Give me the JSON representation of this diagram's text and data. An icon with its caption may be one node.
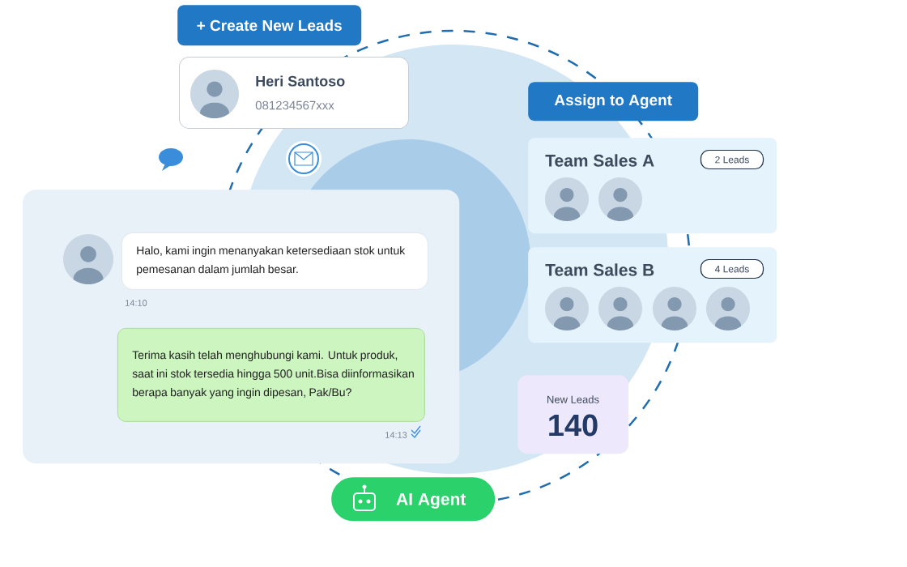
{
  "diagram": {
    "nodes": [
      {
        "text": [
          "+ Create New Leads"
        ]
      },
      {
        "text": [
          "Heri Santoso",
          "081234567xxx"
        ]
      },
      {
        "text": [],
        "shape": "box"
      },
      {
        "text": [
          "Halo, kami ingin menanyakan ketersediaan stok untuk pemesanan dalam jumlah besar."
        ],
        "in": 2,
        "beside": [
          "14:10"
        ]
      },
      {
        "text": [
          "Terima kasih telah menghubungi kami. Untuk produk, saat ini stok tersedia hingga 500 unit.Bisa diinformasikan berapa banyak yang ingin dipesan, Pak/Bu?"
        ],
        "in": 2,
        "beside": [
          "14:13"
        ]
      },
      {
        "text": [
          "Assign to Agent"
        ]
      },
      {
        "text": [
          "Team Sales A",
          "2 Leads"
        ]
      },
      {
        "text": [
          "Team Sales B",
          "4 Leads"
        ]
      },
      {
        "text": [
          "New Leads",
          "140"
        ]
      },
      {
        "text": [
          "AI Agent"
        ]
      }
    ]
  }
}
